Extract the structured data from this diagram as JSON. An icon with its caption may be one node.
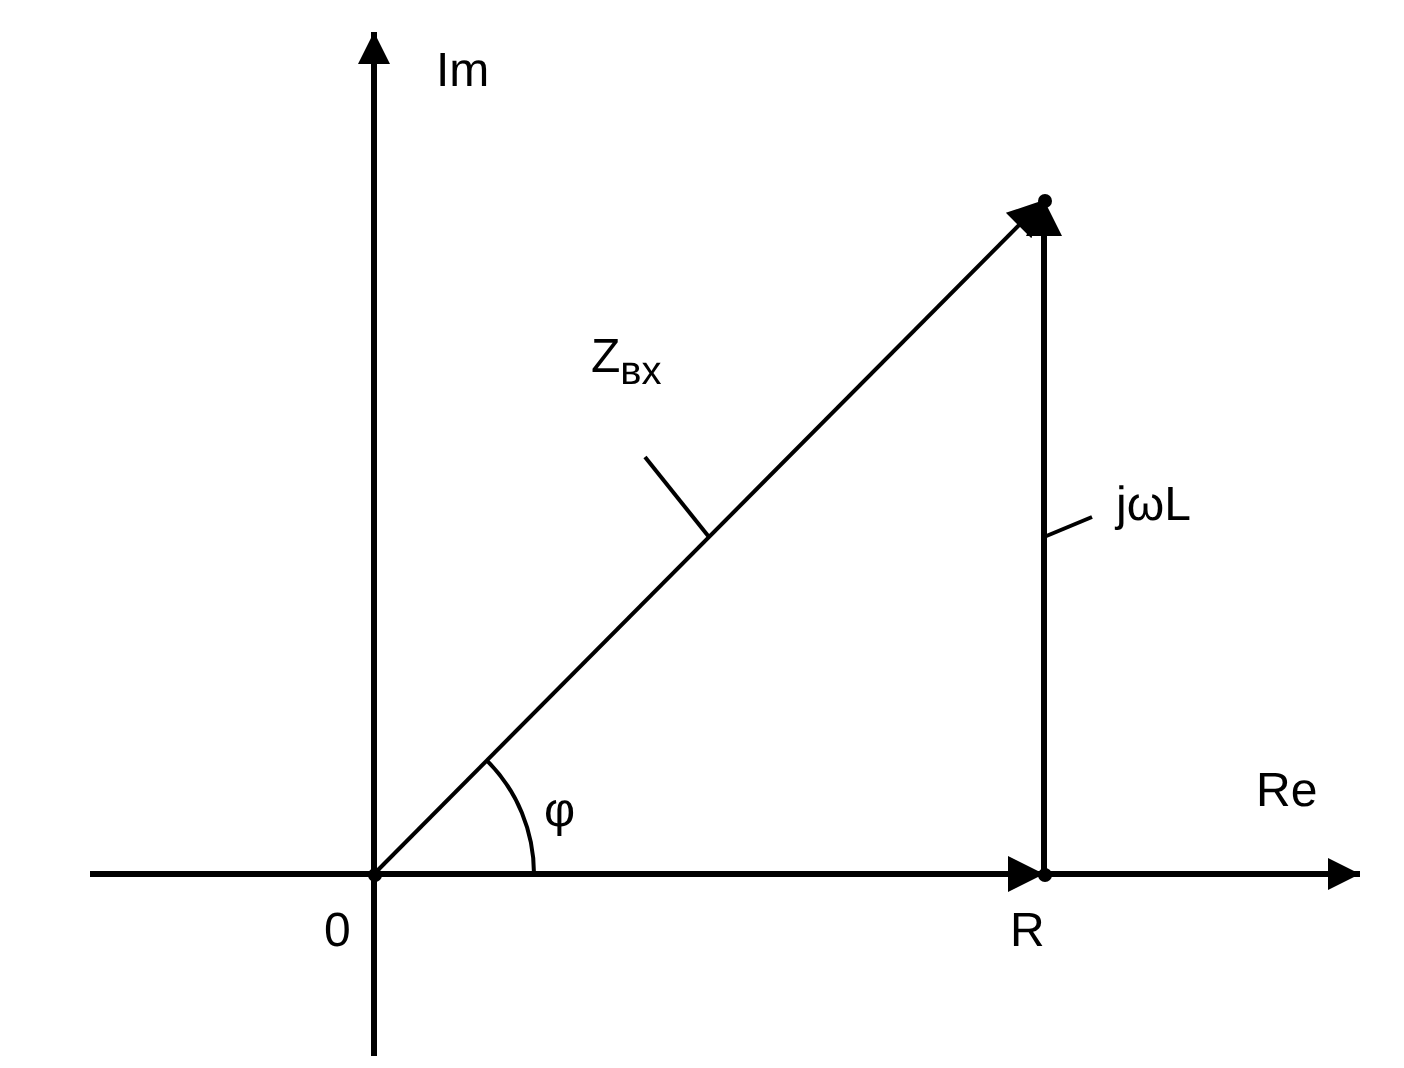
{
  "diagram": {
    "nodes": [
      {
        "text": [],
        "shape": "point",
        "beside": [
          "0"
        ]
      },
      {
        "text": [],
        "shape": "point",
        "beside": [
          "R"
        ]
      },
      {
        "text": [],
        "shape": "point"
      }
    ],
    "edges": [
      {
        "from": 0,
        "to": 1,
        "arrow": "to"
      },
      {
        "from": 1,
        "to": 2,
        "arrow": "to",
        "label": "jωL"
      },
      {
        "from": 0,
        "to": 2,
        "arrow": "to",
        "label": "Z$_{вх}$"
      }
    ],
    "labels": [
      "Im",
      "Re",
      "φ"
    ]
  }
}
